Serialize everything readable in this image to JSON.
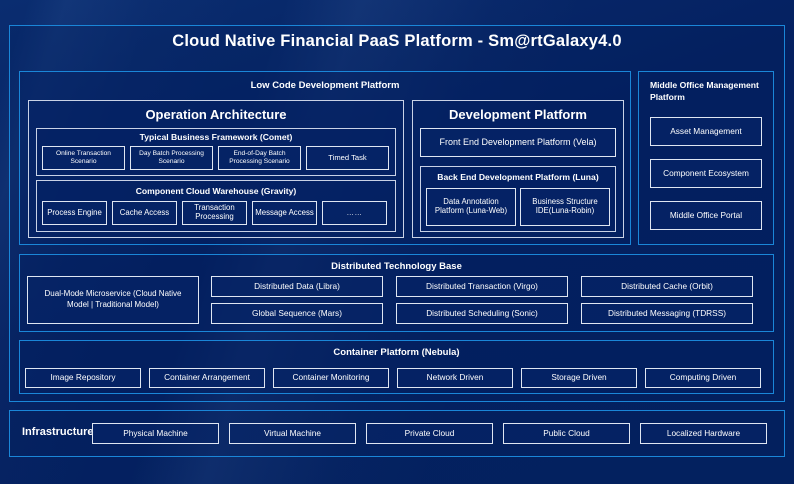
{
  "page": {
    "title": "Cloud Native Financial PaaS Platform - Sm@rtGalaxy4.0",
    "accent_border": "#1a86d8",
    "box_border": "#dfe6f2",
    "background": "#042060"
  },
  "low_code": {
    "title": "Low Code Development Platform",
    "operation_architecture": {
      "title": "Operation Architecture",
      "typical_business_framework": {
        "title": "Typical Business Framework (Comet)",
        "items": [
          "Online Transaction Scenario",
          "Day Batch Processing Scenario",
          "End-of-Day Batch Processing Scenario",
          "Timed Task"
        ]
      },
      "component_cloud_warehouse": {
        "title": "Component Cloud Warehouse (Gravity)",
        "items": [
          "Process Engine",
          "Cache Access",
          "Transaction Processing",
          "Message Access",
          "……"
        ]
      }
    },
    "development_platform": {
      "title": "Development Platform",
      "front_end": "Front End Development Platform (Vela)",
      "back_end": {
        "title": "Back End Development Platform (Luna)",
        "items": [
          "Data Annotation Platform (Luna-Web)",
          "Business Structure IDE(Luna-Robin)"
        ]
      }
    }
  },
  "middle_office": {
    "title": "Middle Office Management Platform",
    "items": [
      "Asset Management",
      "Component Ecosystem",
      "Middle Office Portal"
    ]
  },
  "distributed_technology_base": {
    "title": "Distributed Technology Base",
    "feature": "Dual-Mode Microservice (Cloud Native Model | Traditional Model)",
    "items": [
      "Distributed Data (Libra)",
      "Distributed Transaction (Virgo)",
      "Distributed Cache (Orbit)",
      "Global Sequence (Mars)",
      "Distributed Scheduling (Sonic)",
      "Distributed Messaging (TDRSS)"
    ]
  },
  "container_platform": {
    "title": "Container Platform (Nebula)",
    "items": [
      "Image Repository",
      "Container Arrangement",
      "Container Monitoring",
      "Network Driven",
      "Storage Driven",
      "Computing Driven"
    ]
  },
  "infrastructure": {
    "label": "Infrastructure",
    "items": [
      "Physical Machine",
      "Virtual Machine",
      "Private Cloud",
      "Public Cloud",
      "Localized Hardware"
    ]
  }
}
